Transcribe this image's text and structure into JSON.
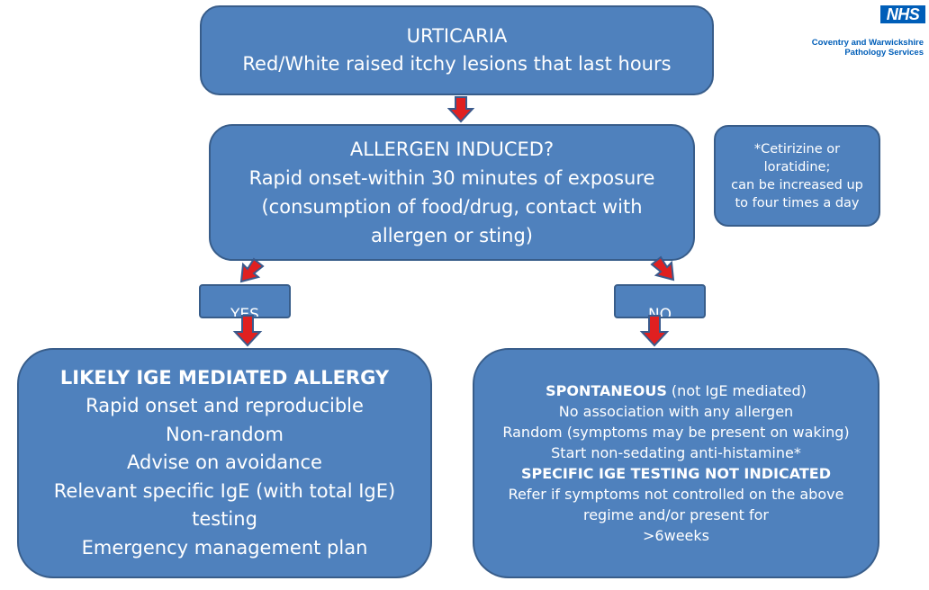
{
  "branding": {
    "logo_text": "NHS",
    "org_line1": "Coventry and Warwickshire",
    "org_line2": "Pathology Services"
  },
  "colors": {
    "box_fill": "#4f81bd",
    "box_border": "#385d8a",
    "arrow_fill": "#e02020",
    "arrow_border": "#3a5a8c",
    "nhs_blue": "#005eb8"
  },
  "urticaria": {
    "title": "URTICARIA",
    "subtitle": "Red/White raised itchy lesions that last hours"
  },
  "allergen": {
    "title": "ALLERGEN INDUCED?",
    "line1": "Rapid onset-within 30 minutes of exposure",
    "line2": "(consumption of food/drug, contact with",
    "line3": "allergen or sting)"
  },
  "note": {
    "line1": "*Cetirizine or",
    "line2": "loratidine;",
    "line3": "can be increased up",
    "line4": "to four times a day"
  },
  "branches": {
    "yes": "YES",
    "no": "NO"
  },
  "likely": {
    "title": "LIKELY IGE MEDIATED ALLERGY",
    "items": [
      "Rapid onset and reproducible",
      "Non-random",
      "Advise on avoidance",
      "Relevant specific IgE (with total IgE)",
      "testing",
      "Emergency management plan"
    ]
  },
  "spontaneous": {
    "title_bold": "SPONTANEOUS",
    "title_rest": " (not IgE mediated)",
    "line1": "No association with any allergen",
    "line2": "Random (symptoms may be present on waking)",
    "line3": "Start non-sedating anti-histamine*",
    "line4": "SPECIFIC IGE TESTING NOT INDICATED",
    "line5": "Refer if symptoms not controlled on the above",
    "line6": "regime and/or present for",
    "line7": ">6weeks"
  }
}
